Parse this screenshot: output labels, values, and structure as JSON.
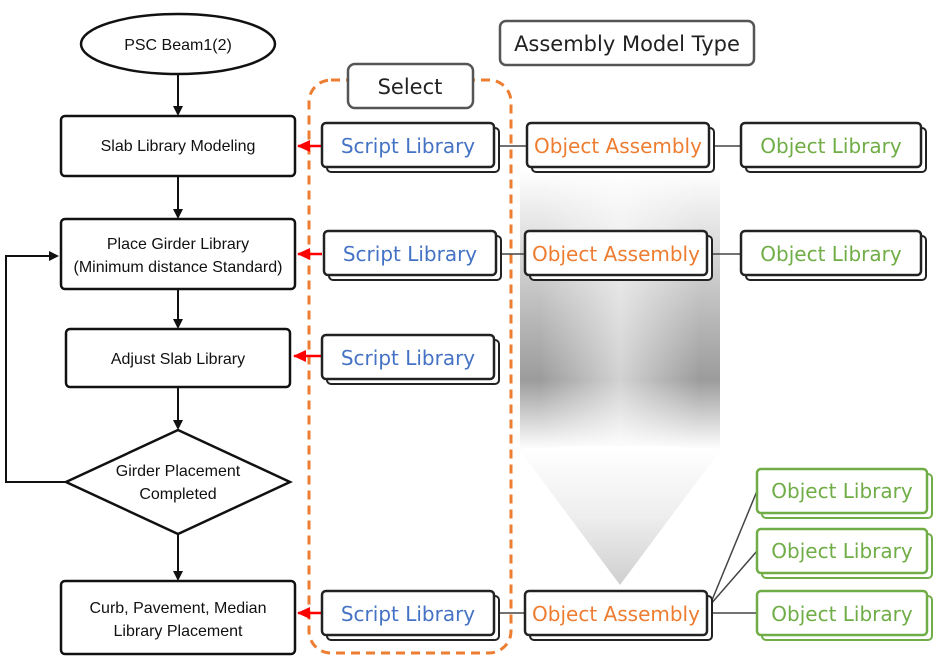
{
  "colors": {
    "script": "#4472c4",
    "assembly": "#ed7d31",
    "object": "#70ad47",
    "select_border": "#ed7d31",
    "arrow": "#ff0000",
    "ink": "#111111"
  },
  "header": {
    "title": "Assembly Model Type",
    "select_label": "Select"
  },
  "flow": {
    "start": "PSC Beam1(2)",
    "step1": "Slab Library Modeling",
    "step2_line1": "Place Girder Library",
    "step2_line2": "(Minimum distance Standard)",
    "step3": "Adjust Slab Library",
    "decision_line1": "Girder Placement",
    "decision_line2": "Completed",
    "step4_line1": "Curb, Pavement, Median",
    "step4_line2": "Library Placement"
  },
  "script_library": {
    "row1": "Script Library",
    "row2": "Script Library",
    "row3": "Script Library",
    "row4": "Script Library"
  },
  "object_assembly": {
    "row1": "Object Assembly",
    "row2": "Object Assembly",
    "row4": "Object Assembly"
  },
  "object_library": {
    "row1": "Object Library",
    "row2": "Object Library",
    "row4a": "Object Library",
    "row4b": "Object Library",
    "row4c": "Object Library"
  }
}
